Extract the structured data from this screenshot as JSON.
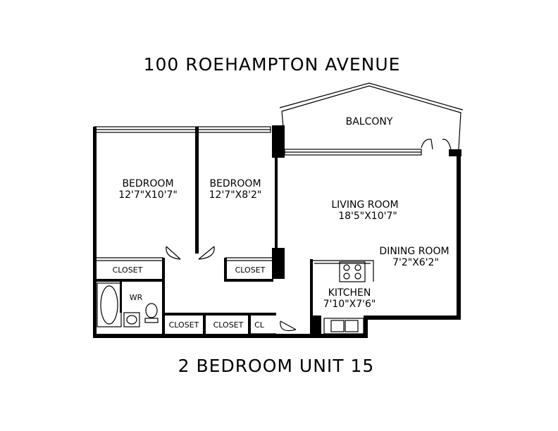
{
  "plan": {
    "title": "100 ROEHAMPTON AVENUE",
    "subtitle": "2 BEDROOM UNIT 15",
    "rooms": {
      "balcony": {
        "name": "BALCONY"
      },
      "bedroom1": {
        "name": "BEDROOM",
        "size": "12'7\"X10'7\""
      },
      "bedroom2": {
        "name": "BEDROOM",
        "size": "12'7\"X8'2\""
      },
      "living": {
        "name": "LIVING ROOM",
        "size": "18'5\"X10'7\""
      },
      "dining": {
        "name": "DINING ROOM",
        "size": "7'2\"X6'2\""
      },
      "kitchen": {
        "name": "KITCHEN",
        "size": "7'10\"X7'6\""
      },
      "washroom": {
        "name": "WR"
      },
      "closet1": {
        "name": "CLOSET"
      },
      "closet2": {
        "name": "CLOSET"
      },
      "closet3": {
        "name": "CLOSET"
      },
      "closet4": {
        "name": "CLOSET"
      },
      "cl": {
        "name": "CL"
      }
    }
  }
}
